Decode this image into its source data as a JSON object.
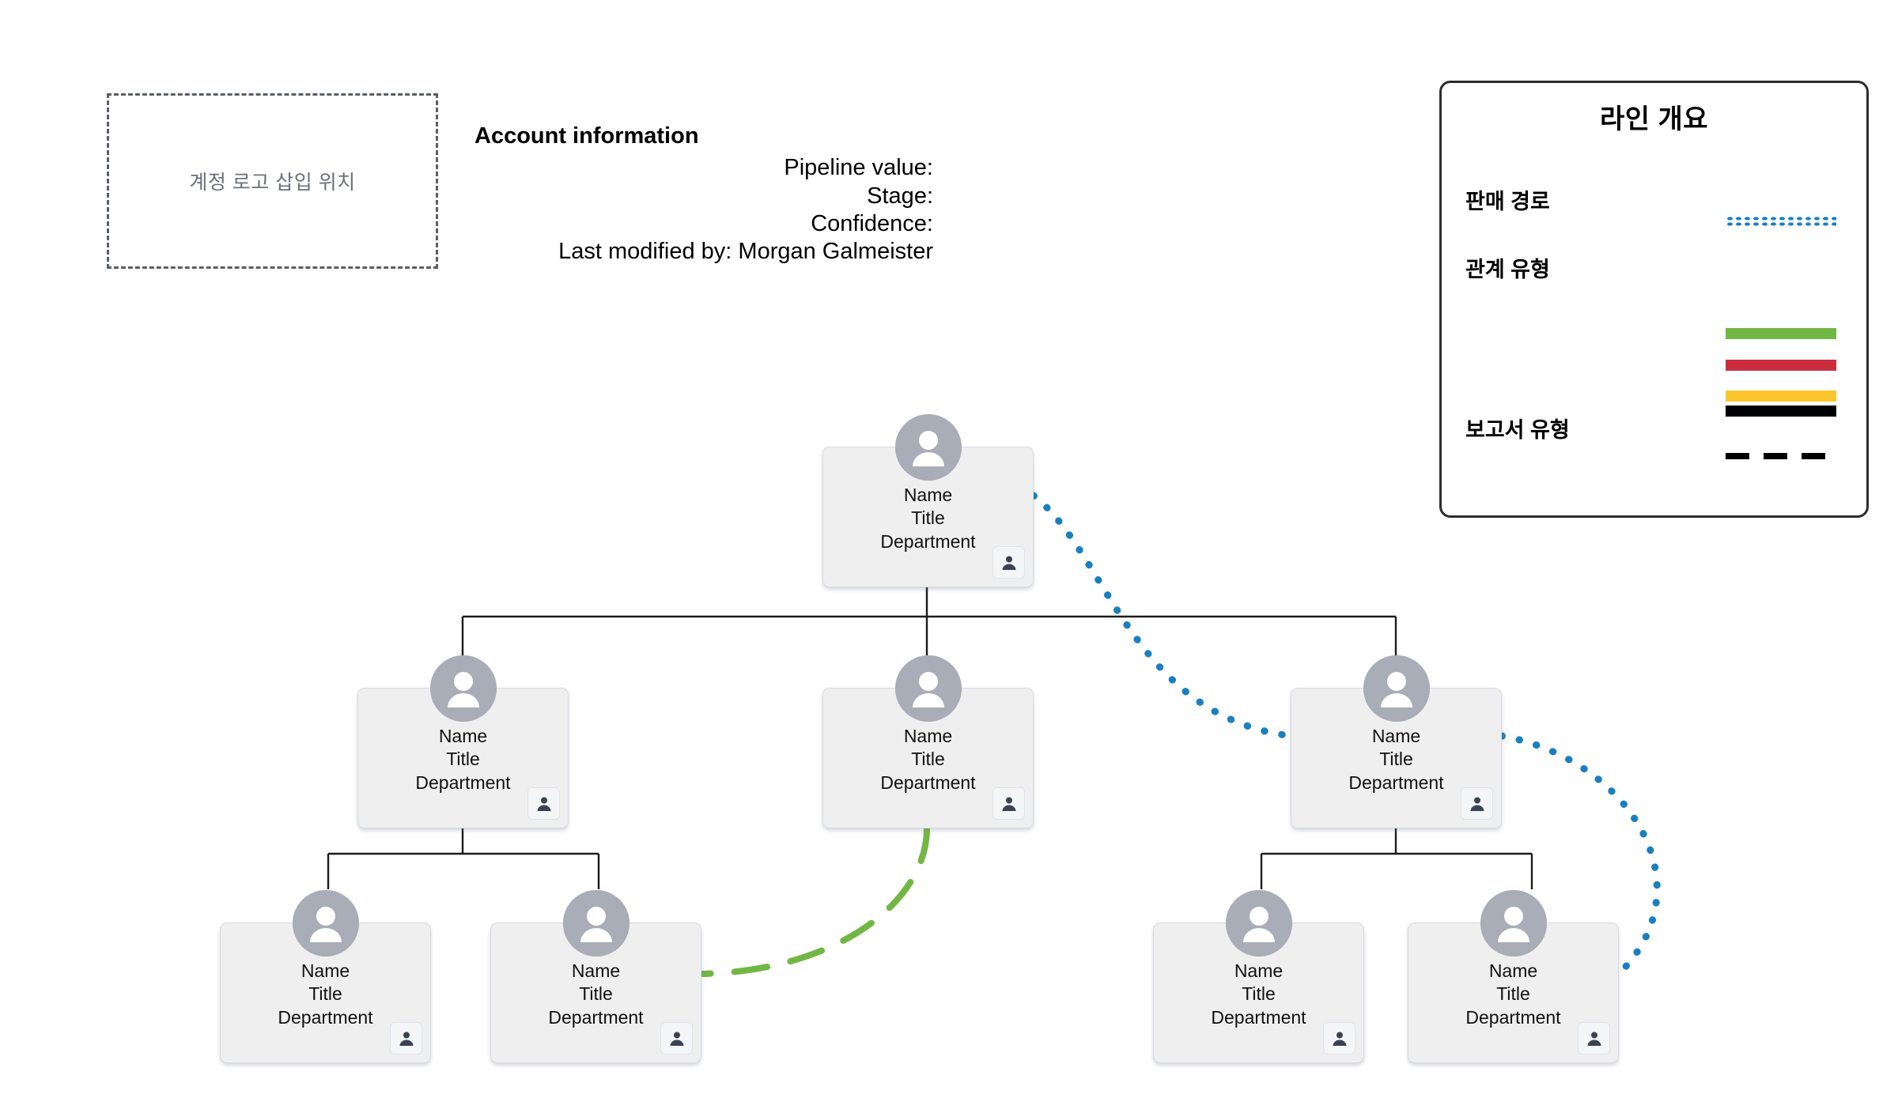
{
  "logo_placeholder": {
    "text": "계정 로고 삽입 위치"
  },
  "account_info": {
    "title": "Account information",
    "lines": [
      "Pipeline value:",
      "Stage:",
      "Confidence:",
      "Last modified by: Morgan Galmeister"
    ]
  },
  "legend": {
    "title": "라인 개요",
    "groups": [
      {
        "label": "판매 경로",
        "styles": [
          "dotted-blue"
        ]
      },
      {
        "label": "관계 유형",
        "styles": [
          "solid-green",
          "solid-red",
          "solid-yellow"
        ]
      },
      {
        "label": "보고서 유형",
        "styles": [
          "solid-black",
          "dashed-black"
        ]
      }
    ]
  },
  "colors": {
    "sales_path": "#1a7fc1",
    "relationship_green": "#72b744",
    "relationship_red": "#ca2e3e",
    "relationship_yellow": "#fbc52d",
    "report_line": "#000000",
    "node_fill": "#efefef",
    "avatar_fill": "#a8adb8",
    "badge_glyph": "#3a4352"
  },
  "org_chart": {
    "node_label_lines": [
      "Name",
      "Title",
      "Department"
    ],
    "nodes": [
      {
        "id": "root",
        "level": 0,
        "name": "Name",
        "title": "Title",
        "department": "Department"
      },
      {
        "id": "l2-left",
        "level": 1,
        "name": "Name",
        "title": "Title",
        "department": "Department"
      },
      {
        "id": "l2-center",
        "level": 1,
        "name": "Name",
        "title": "Title",
        "department": "Department"
      },
      {
        "id": "l2-right",
        "level": 1,
        "name": "Name",
        "title": "Title",
        "department": "Department"
      },
      {
        "id": "l3-a",
        "level": 2,
        "name": "Name",
        "title": "Title",
        "department": "Department"
      },
      {
        "id": "l3-b",
        "level": 2,
        "name": "Name",
        "title": "Title",
        "department": "Department"
      },
      {
        "id": "l3-c",
        "level": 2,
        "name": "Name",
        "title": "Title",
        "department": "Department"
      },
      {
        "id": "l3-d",
        "level": 2,
        "name": "Name",
        "title": "Title",
        "department": "Department"
      }
    ],
    "report_edges": [
      {
        "from": "root",
        "to": "l2-left"
      },
      {
        "from": "root",
        "to": "l2-center"
      },
      {
        "from": "root",
        "to": "l2-right"
      },
      {
        "from": "l2-left",
        "to": "l3-a"
      },
      {
        "from": "l2-left",
        "to": "l3-b"
      },
      {
        "from": "l2-right",
        "to": "l3-c"
      },
      {
        "from": "l2-right",
        "to": "l3-d"
      }
    ],
    "sales_path_edges": [
      {
        "from": "root",
        "to": "l2-right"
      },
      {
        "from": "l2-right",
        "to": "l3-d"
      }
    ],
    "relationship_edges": [
      {
        "from": "l2-center",
        "to": "l3-b",
        "color": "#72b744",
        "style": "dashed"
      }
    ]
  }
}
